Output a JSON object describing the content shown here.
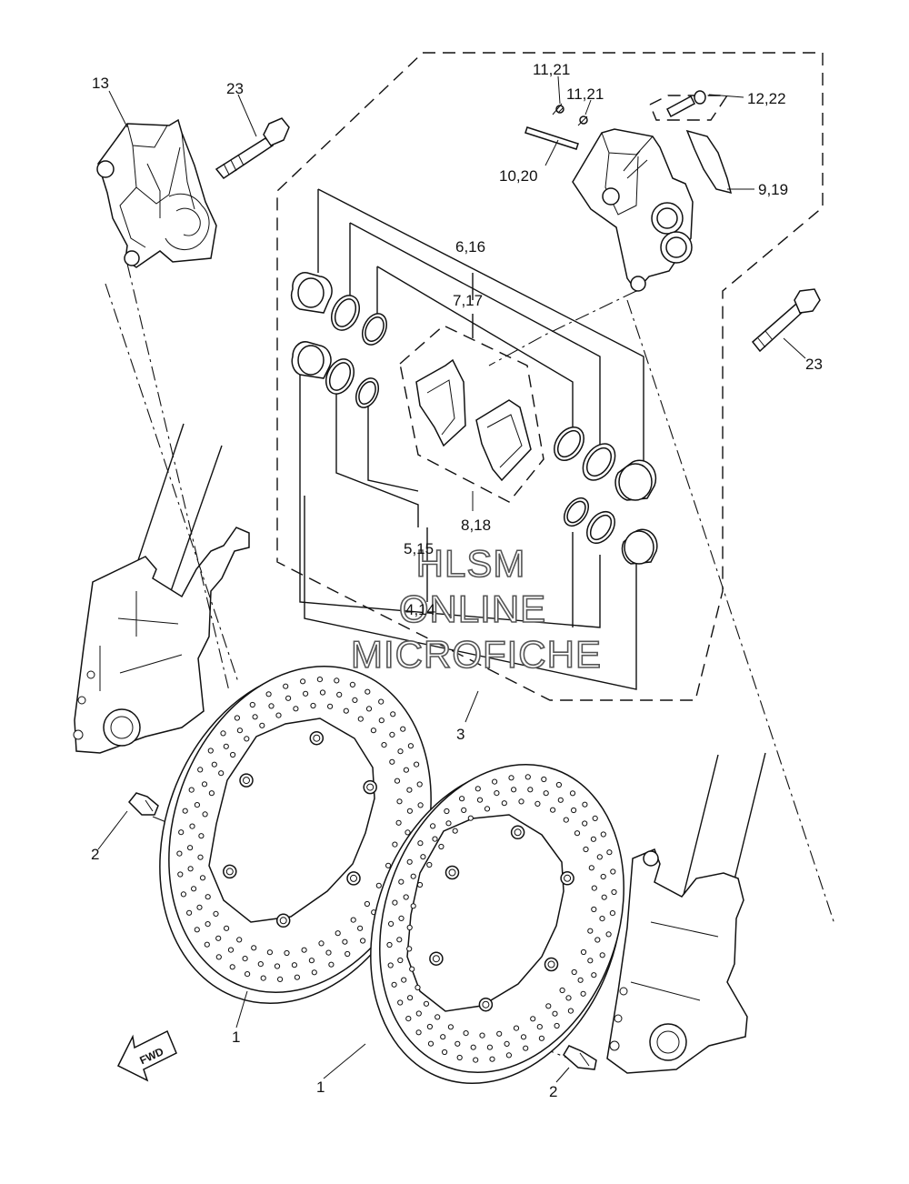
{
  "callouts": {
    "c13": "13",
    "c23_left": "23",
    "c11_21_a": "11,21",
    "c11_21_b": "11,21",
    "c12_22": "12,22",
    "c10_20": "10,20",
    "c9_19": "9,19",
    "c6_16": "6,16",
    "c7_17": "7,17",
    "c23_right": "23",
    "c8_18": "8,18",
    "c5_15": "5,15",
    "c4_14": "4,14",
    "c3": "3",
    "c2_left": "2",
    "c1_left": "1",
    "c1_right": "1",
    "c2_right": "2"
  },
  "watermark": {
    "line1": "HLSM",
    "line2": "ONLINE",
    "line3": "MICROFICHE"
  },
  "fwd_arrow": {
    "label": "FWD"
  }
}
